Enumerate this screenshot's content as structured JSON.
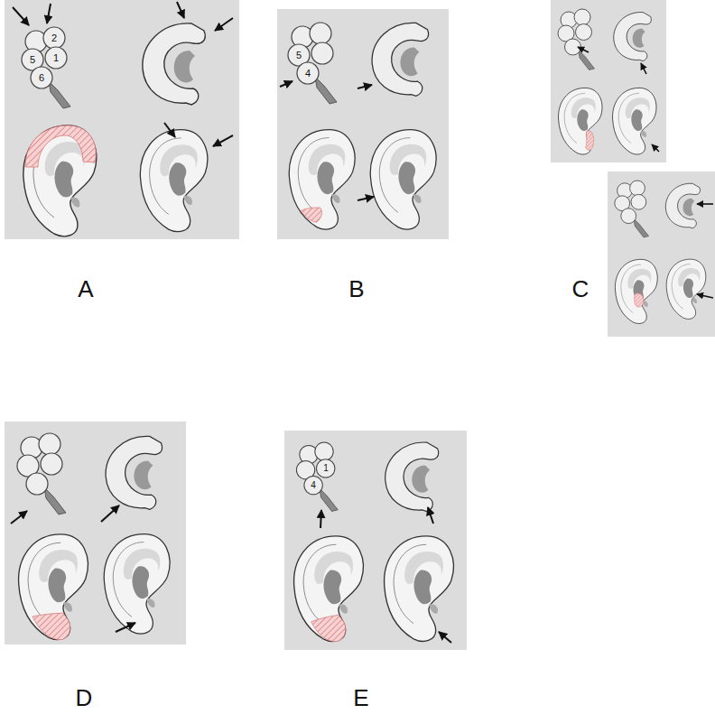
{
  "diagram": {
    "labels": [
      "2",
      "5",
      "1",
      "6",
      "5",
      "4",
      "A",
      "B",
      "C",
      "4",
      "1",
      "D",
      "E"
    ]
  }
}
